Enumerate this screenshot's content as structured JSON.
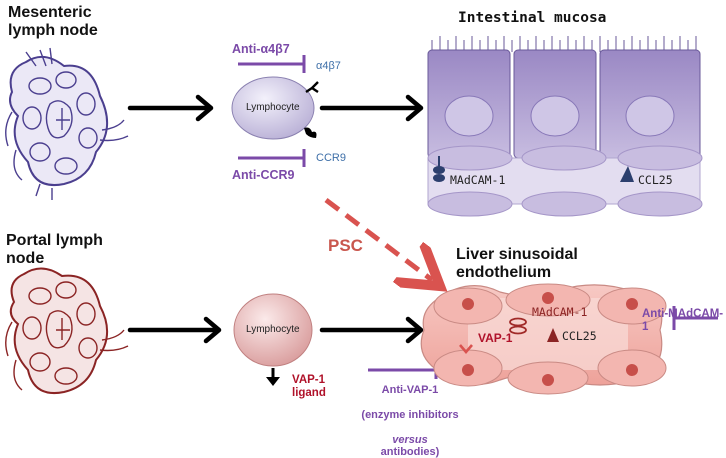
{
  "mesenteric_node": {
    "label": "Mesenteric\nlymph node"
  },
  "portal_node": {
    "label": "Portal lymph\nnode"
  },
  "intestinal_mucosa": {
    "label": "Intestinal mucosa",
    "madcam_label": "MAdCAM-1",
    "ccl25_label": "CCL25"
  },
  "liver": {
    "label": "Liver sinusoidal\nendothelium",
    "madcam_label": "MAdCAM-1",
    "ccl25_label": "CCL25",
    "vap1_label": "VAP-1"
  },
  "lymphocyte_top": {
    "label": "Lymphocyte",
    "a4b7_receptor": "α4β7",
    "ccr9_receptor": "CCR9"
  },
  "lymphocyte_bottom": {
    "label": "Lymphocyte",
    "vap1_ligand": "VAP-1\nligand"
  },
  "inhibitors": {
    "anti_a4b7": "Anti-α4β7",
    "anti_ccr9": "Anti-CCR9",
    "anti_madcam": "Anti-MAdCAM-1",
    "anti_vap1_line1": "Anti-VAP-1",
    "anti_vap1_line2a": "(enzyme inhibitors",
    "anti_vap1_line2b": "versus",
    "anti_vap1_line2c": "antibodies)"
  },
  "psc": {
    "label": "PSC"
  },
  "colors": {
    "inhibitor_purple": "#7b4aa8",
    "psc_red": "#d9534f",
    "mesenteric_blue": "#4b3f8f",
    "portal_red": "#8b2424",
    "mucosa_purple": "#a898cc",
    "liver_pink": "#f2b3ae"
  }
}
